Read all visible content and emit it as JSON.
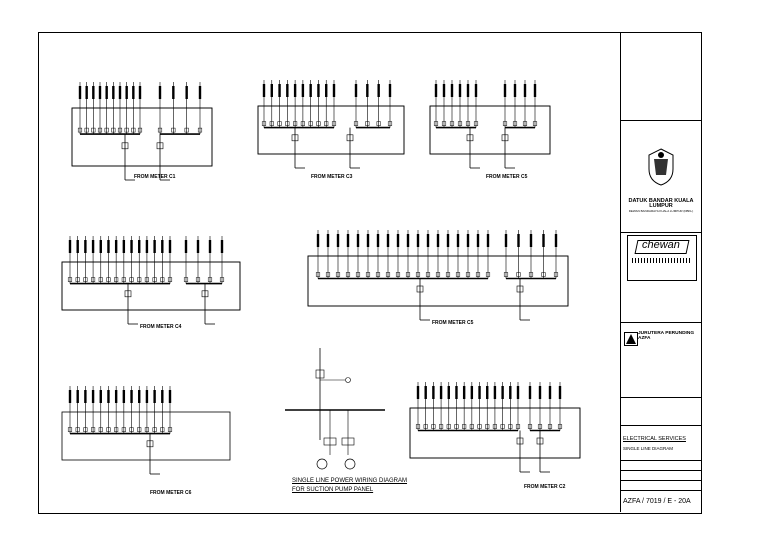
{
  "diagram": {
    "meters": [
      "FROM METER C1",
      "FROM METER C3",
      "FROM METER C5",
      "FROM METER C4",
      "FROM METER C5",
      "FROM METER C6",
      "FROM METER C2"
    ],
    "pump_caption": [
      "SINGLE LINE POWER WIRING DIAGRAM",
      "FOR SUCTION PUMP PANEL"
    ]
  },
  "title_block": {
    "authority": "DATUK BANDAR KUALA LUMPUR",
    "authority_sub": "DEWAN BANDARAYA KUALA LUMPUR (DBKL)",
    "contractor": "chewan",
    "consultant": "JURUTERA PERUNDING AZFA",
    "section": "ELECTRICAL SERVICES",
    "drawing_title": "SINGLE LINE DIAGRAM",
    "drawing_no": "AZFA / 7019 / E - 20A"
  }
}
